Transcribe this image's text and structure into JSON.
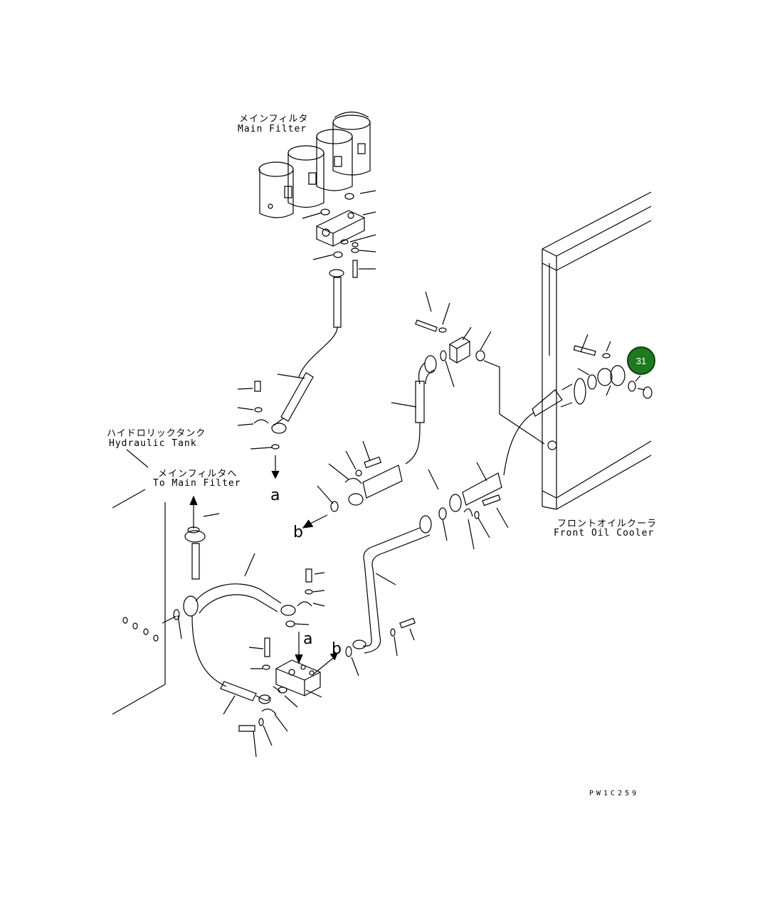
{
  "labels": {
    "main_filter_jp": "メインフィルタ",
    "main_filter_en": "Main Filter",
    "hydraulic_tank_jp": "ハイドロリックタンク",
    "hydraulic_tank_en": "Hydraulic Tank",
    "to_main_filter_jp": "メインフィルタへ",
    "to_main_filter_en": "To Main Filter",
    "front_oil_cooler_jp": "フロントオイルクーラ",
    "front_oil_cooler_en": "Front Oil Cooler"
  },
  "connection_letters": {
    "a_top": "a",
    "b_left": "b",
    "a_bottom": "a",
    "b_bottom": "b"
  },
  "callout": {
    "number": "31",
    "color": "#1e7a1e"
  },
  "drawing_code": "PW1C259"
}
